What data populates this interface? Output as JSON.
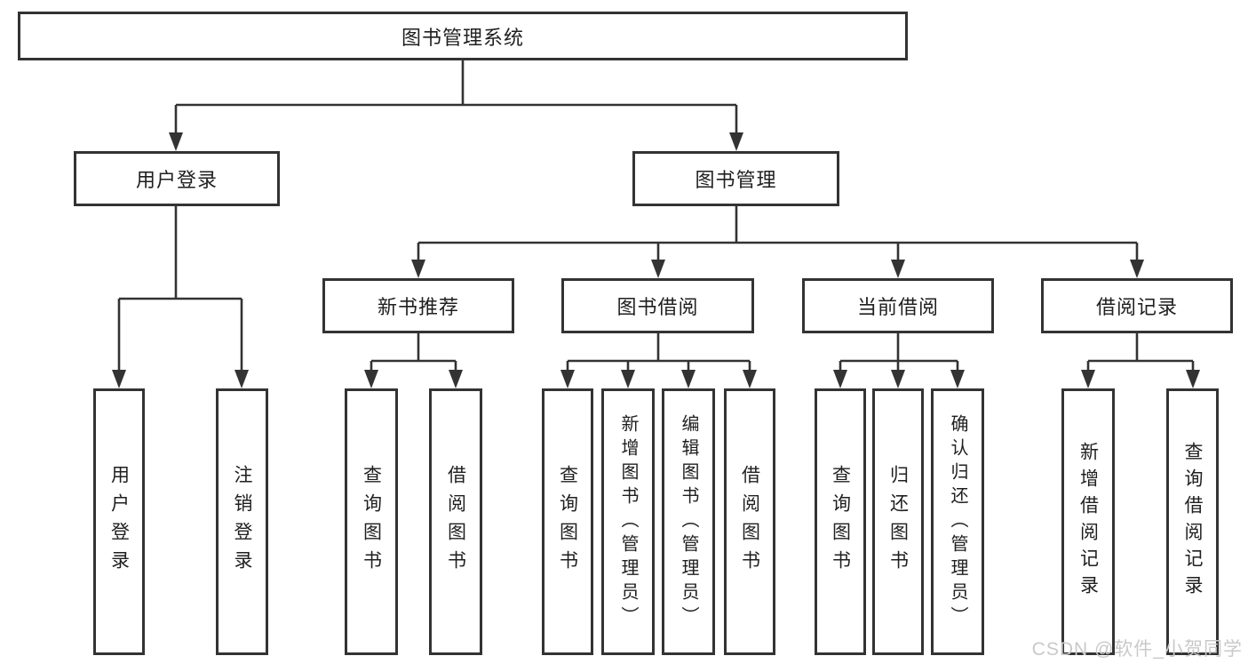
{
  "diagram": {
    "root": {
      "label": "图书管理系统"
    },
    "level2": [
      {
        "label": "用户登录"
      },
      {
        "label": "图书管理"
      }
    ],
    "level3": [
      {
        "label": "新书推荐"
      },
      {
        "label": "图书借阅"
      },
      {
        "label": "当前借阅"
      },
      {
        "label": "借阅记录"
      }
    ],
    "leaves": [
      {
        "label": "用户登录"
      },
      {
        "label": "注销登录"
      },
      {
        "label": "查询图书"
      },
      {
        "label": "借阅图书"
      },
      {
        "label": "查询图书"
      },
      {
        "label": "新增图书（管理员）"
      },
      {
        "label": "编辑图书（管理员）"
      },
      {
        "label": "借阅图书"
      },
      {
        "label": "查询图书"
      },
      {
        "label": "归还图书"
      },
      {
        "label": "确认归还（管理员）"
      },
      {
        "label": "新增借阅记录"
      },
      {
        "label": "查询借阅记录"
      }
    ]
  },
  "watermark": "CSDN @软件_小贺同学",
  "colors": {
    "line": "#333333",
    "text": "#1f1f1f",
    "watermark": "#c9c9c9",
    "background": "#ffffff"
  }
}
